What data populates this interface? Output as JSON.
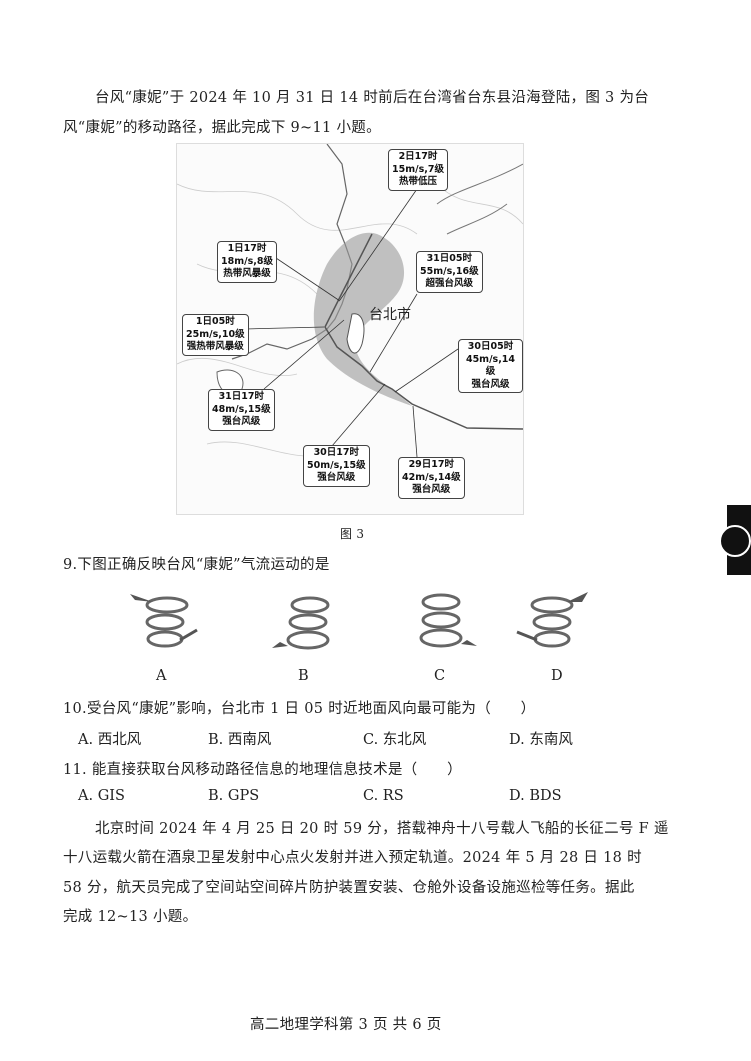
{
  "intro": {
    "line1": "台风“康妮”于 2024 年 10 月 31 日 14 时前后在台湾省台东县沿海登陆，图 3 为台",
    "line2": "风“康妮”的移动路径，据此完成下 9~11 小题。"
  },
  "map": {
    "city_label": "台北市",
    "labels": [
      {
        "time": "2日17时",
        "wind": "15m/s,7级",
        "level": "热带低压"
      },
      {
        "time": "1日17时",
        "wind": "18m/s,8级",
        "level": "热带风暴级"
      },
      {
        "time": "31日05时",
        "wind": "55m/s,16级",
        "level": "超强台风级"
      },
      {
        "time": "1日05时",
        "wind": "25m/s,10级",
        "level": "强热带风暴级"
      },
      {
        "time": "30日05时",
        "wind": "45m/s,14级",
        "level": "强台风级"
      },
      {
        "time": "31日17时",
        "wind": "48m/s,15级",
        "level": "强台风级"
      },
      {
        "time": "30日17时",
        "wind": "50m/s,15级",
        "level": "强台风级"
      },
      {
        "time": "29日17时",
        "wind": "42m/s,14级",
        "level": "强台风级"
      }
    ],
    "caption": "图 3"
  },
  "q9": {
    "stem": "9.下图正确反映台风“康妮”气流运动的是",
    "options": [
      "A",
      "B",
      "C",
      "D"
    ]
  },
  "q10": {
    "stem": "10.受台风“康妮”影响，台北市 1 日 05 时近地面风向最可能为（　　）",
    "options": [
      "A.  西北风",
      "B.  西南风",
      "C.  东北风",
      "D.  东南风"
    ]
  },
  "q11": {
    "stem": "11.  能直接获取台风移动路径信息的地理信息技术是（　　）",
    "options": [
      "A. GIS",
      "B. GPS",
      "C. RS",
      "D. BDS"
    ]
  },
  "passage2": {
    "line1": "北京时间 2024 年 4 月 25 日 20 时 59 分，搭载神舟十八号载人飞船的长征二号 F 遥",
    "line2": "十八运载火箭在酒泉卫星发射中心点火发射并进入预定轨道。2024 年 5 月 28 日 18 时",
    "line3": "58 分，航天员完成了空间站空间碎片防护装置安装、仓舱外设备设施巡检等任务。据此",
    "line4": "完成 12~13 小题。"
  },
  "footer": "高二地理学科第 3 页 共 6 页"
}
